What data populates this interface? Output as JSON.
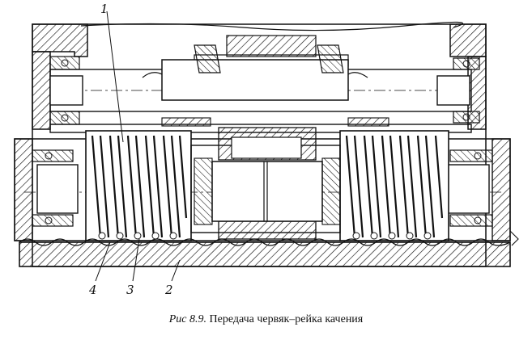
{
  "figure": {
    "callouts": {
      "part_1": "1",
      "part_2": "2",
      "part_3": "3",
      "part_4": "4"
    },
    "caption": {
      "figure_label": "Рис  8.9.",
      "text": "Передача червяк–рейка качения"
    }
  }
}
